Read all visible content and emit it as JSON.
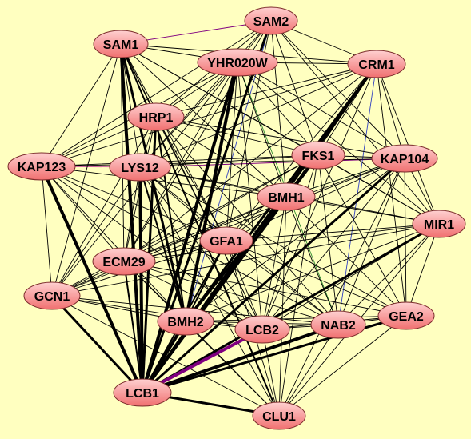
{
  "colors": {
    "background": "#ffffc0",
    "node_fill_light": "#ffd0d0",
    "node_fill_dark": "#f07070",
    "node_stroke": "#7a2a2a",
    "edge_default": "#000000",
    "edge_purple": "#800080",
    "edge_green": "#2e8b2e",
    "edge_blue": "#3040c0",
    "edge_pink": "#d060a0"
  },
  "nodes": [
    {
      "id": "SAM2",
      "label": "SAM2"
    },
    {
      "id": "SAM1",
      "label": "SAM1"
    },
    {
      "id": "YHR020W",
      "label": "YHR020W"
    },
    {
      "id": "CRM1",
      "label": "CRM1"
    },
    {
      "id": "HRP1",
      "label": "HRP1"
    },
    {
      "id": "KAP123",
      "label": "KAP123"
    },
    {
      "id": "LYS12",
      "label": "LYS12"
    },
    {
      "id": "FKS1",
      "label": "FKS1"
    },
    {
      "id": "KAP104",
      "label": "KAP104"
    },
    {
      "id": "BMH1",
      "label": "BMH1"
    },
    {
      "id": "MIR1",
      "label": "MIR1"
    },
    {
      "id": "GFA1",
      "label": "GFA1"
    },
    {
      "id": "ECM29",
      "label": "ECM29"
    },
    {
      "id": "GCN1",
      "label": "GCN1"
    },
    {
      "id": "GEA2",
      "label": "GEA2"
    },
    {
      "id": "BMH2",
      "label": "BMH2"
    },
    {
      "id": "LCB2",
      "label": "LCB2"
    },
    {
      "id": "NAB2",
      "label": "NAB2"
    },
    {
      "id": "LCB1",
      "label": "LCB1"
    },
    {
      "id": "CLU1",
      "label": "CLU1"
    }
  ],
  "edges": [
    [
      "SAM1",
      "SAM2",
      1,
      "purple"
    ],
    [
      "LCB1",
      "LCB2",
      4,
      "purple"
    ],
    [
      "LCB1",
      "LCB2",
      2,
      "default"
    ],
    [
      "KAP123",
      "LYS12",
      1,
      "pink"
    ],
    [
      "LYS12",
      "KAP104",
      1,
      "purple"
    ],
    [
      "BMH1",
      "KAP104",
      1,
      "green"
    ],
    [
      "CRM1",
      "NAB2",
      1,
      "blue"
    ],
    [
      "SAM2",
      "BMH2",
      1,
      "blue"
    ],
    [
      "YHR020W",
      "NAB2",
      1,
      "green"
    ],
    [
      "SAM1",
      "LCB1",
      4,
      "default"
    ],
    [
      "SAM1",
      "BMH2",
      3,
      "default"
    ],
    [
      "SAM1",
      "CLU1",
      2,
      "default"
    ],
    [
      "SAM1",
      "LYS12",
      1,
      "default"
    ],
    [
      "SAM1",
      "HRP1",
      1,
      "default"
    ],
    [
      "SAM1",
      "KAP123",
      1,
      "default"
    ],
    [
      "SAM1",
      "GCN1",
      1,
      "default"
    ],
    [
      "SAM1",
      "ECM29",
      1,
      "default"
    ],
    [
      "SAM1",
      "YHR020W",
      1,
      "default"
    ],
    [
      "SAM1",
      "CRM1",
      1,
      "default"
    ],
    [
      "SAM1",
      "FKS1",
      1,
      "default"
    ],
    [
      "SAM1",
      "BMH1",
      1,
      "default"
    ],
    [
      "SAM1",
      "GFA1",
      1,
      "default"
    ],
    [
      "SAM1",
      "LCB2",
      1,
      "default"
    ],
    [
      "SAM1",
      "MIR1",
      1,
      "default"
    ],
    [
      "SAM2",
      "YHR020W",
      1,
      "default"
    ],
    [
      "SAM2",
      "CRM1",
      1,
      "default"
    ],
    [
      "SAM2",
      "LCB1",
      3,
      "default"
    ],
    [
      "SAM2",
      "HRP1",
      1,
      "default"
    ],
    [
      "SAM2",
      "LYS12",
      1,
      "default"
    ],
    [
      "SAM2",
      "FKS1",
      1,
      "default"
    ],
    [
      "SAM2",
      "BMH1",
      1,
      "default"
    ],
    [
      "SAM2",
      "GFA1",
      1,
      "default"
    ],
    [
      "SAM2",
      "ECM29",
      1,
      "default"
    ],
    [
      "SAM2",
      "KAP104",
      1,
      "default"
    ],
    [
      "SAM2",
      "MIR1",
      1,
      "default"
    ],
    [
      "SAM2",
      "KAP123",
      1,
      "default"
    ],
    [
      "YHR020W",
      "BMH2",
      4,
      "default"
    ],
    [
      "YHR020W",
      "LCB1",
      4,
      "default"
    ],
    [
      "YHR020W",
      "CRM1",
      1,
      "default"
    ],
    [
      "YHR020W",
      "HRP1",
      1,
      "default"
    ],
    [
      "YHR020W",
      "LYS12",
      1,
      "default"
    ],
    [
      "YHR020W",
      "KAP123",
      1,
      "default"
    ],
    [
      "YHR020W",
      "FKS1",
      1,
      "default"
    ],
    [
      "YHR020W",
      "BMH1",
      1,
      "default"
    ],
    [
      "YHR020W",
      "GFA1",
      1,
      "default"
    ],
    [
      "YHR020W",
      "ECM29",
      1,
      "default"
    ],
    [
      "YHR020W",
      "GCN1",
      1,
      "default"
    ],
    [
      "YHR020W",
      "LCB2",
      1,
      "default"
    ],
    [
      "YHR020W",
      "KAP104",
      1,
      "default"
    ],
    [
      "YHR020W",
      "MIR1",
      1,
      "default"
    ],
    [
      "CRM1",
      "LCB1",
      4,
      "default"
    ],
    [
      "CRM1",
      "BMH2",
      3,
      "default"
    ],
    [
      "CRM1",
      "KAP104",
      1,
      "default"
    ],
    [
      "CRM1",
      "FKS1",
      1,
      "default"
    ],
    [
      "CRM1",
      "BMH1",
      1,
      "default"
    ],
    [
      "CRM1",
      "MIR1",
      1,
      "default"
    ],
    [
      "CRM1",
      "GEA2",
      1,
      "default"
    ],
    [
      "CRM1",
      "LYS12",
      1,
      "default"
    ],
    [
      "CRM1",
      "HRP1",
      1,
      "default"
    ],
    [
      "CRM1",
      "KAP123",
      1,
      "default"
    ],
    [
      "CRM1",
      "GFA1",
      1,
      "default"
    ],
    [
      "CRM1",
      "ECM29",
      1,
      "default"
    ],
    [
      "CRM1",
      "LCB2",
      1,
      "default"
    ],
    [
      "HRP1",
      "LCB1",
      3,
      "default"
    ],
    [
      "HRP1",
      "BMH2",
      2,
      "default"
    ],
    [
      "HRP1",
      "LYS12",
      1,
      "default"
    ],
    [
      "HRP1",
      "KAP123",
      1,
      "default"
    ],
    [
      "HRP1",
      "FKS1",
      1,
      "default"
    ],
    [
      "HRP1",
      "BMH1",
      1,
      "default"
    ],
    [
      "HRP1",
      "GFA1",
      1,
      "default"
    ],
    [
      "HRP1",
      "ECM29",
      1,
      "default"
    ],
    [
      "HRP1",
      "GCN1",
      1,
      "default"
    ],
    [
      "HRP1",
      "LCB2",
      1,
      "default"
    ],
    [
      "HRP1",
      "NAB2",
      1,
      "default"
    ],
    [
      "HRP1",
      "KAP104",
      1,
      "default"
    ],
    [
      "KAP123",
      "LCB1",
      4,
      "default"
    ],
    [
      "KAP123",
      "BMH2",
      1,
      "default"
    ],
    [
      "KAP123",
      "FKS1",
      1,
      "default"
    ],
    [
      "KAP123",
      "BMH1",
      1,
      "default"
    ],
    [
      "KAP123",
      "GFA1",
      1,
      "default"
    ],
    [
      "KAP123",
      "ECM29",
      1,
      "default"
    ],
    [
      "KAP123",
      "GCN1",
      1,
      "default"
    ],
    [
      "KAP123",
      "LCB2",
      1,
      "default"
    ],
    [
      "KAP123",
      "NAB2",
      1,
      "default"
    ],
    [
      "KAP123",
      "KAP104",
      1,
      "default"
    ],
    [
      "LYS12",
      "LCB1",
      4,
      "default"
    ],
    [
      "LYS12",
      "BMH2",
      2,
      "default"
    ],
    [
      "LYS12",
      "FKS1",
      1,
      "default"
    ],
    [
      "LYS12",
      "BMH1",
      1,
      "default"
    ],
    [
      "LYS12",
      "GFA1",
      1,
      "default"
    ],
    [
      "LYS12",
      "ECM29",
      1,
      "default"
    ],
    [
      "LYS12",
      "GCN1",
      1,
      "default"
    ],
    [
      "LYS12",
      "LCB2",
      1,
      "default"
    ],
    [
      "LYS12",
      "NAB2",
      1,
      "default"
    ],
    [
      "LYS12",
      "GEA2",
      1,
      "default"
    ],
    [
      "LYS12",
      "MIR1",
      1,
      "default"
    ],
    [
      "LYS12",
      "CLU1",
      1,
      "default"
    ],
    [
      "FKS1",
      "LCB1",
      3,
      "default"
    ],
    [
      "FKS1",
      "BMH2",
      3,
      "default"
    ],
    [
      "FKS1",
      "KAP104",
      1,
      "default"
    ],
    [
      "FKS1",
      "BMH1",
      1,
      "default"
    ],
    [
      "FKS1",
      "GFA1",
      1,
      "default"
    ],
    [
      "FKS1",
      "ECM29",
      1,
      "default"
    ],
    [
      "FKS1",
      "GCN1",
      1,
      "default"
    ],
    [
      "FKS1",
      "LCB2",
      1,
      "default"
    ],
    [
      "FKS1",
      "NAB2",
      1,
      "default"
    ],
    [
      "FKS1",
      "GEA2",
      1,
      "default"
    ],
    [
      "FKS1",
      "MIR1",
      1,
      "default"
    ],
    [
      "FKS1",
      "CLU1",
      1,
      "default"
    ],
    [
      "KAP104",
      "LCB1",
      3,
      "default"
    ],
    [
      "KAP104",
      "BMH2",
      1,
      "default"
    ],
    [
      "KAP104",
      "BMH1",
      1,
      "default"
    ],
    [
      "KAP104",
      "GFA1",
      1,
      "default"
    ],
    [
      "KAP104",
      "ECM29",
      1,
      "default"
    ],
    [
      "KAP104",
      "GCN1",
      1,
      "default"
    ],
    [
      "KAP104",
      "LCB2",
      1,
      "default"
    ],
    [
      "KAP104",
      "NAB2",
      1,
      "default"
    ],
    [
      "KAP104",
      "GEA2",
      1,
      "default"
    ],
    [
      "KAP104",
      "MIR1",
      1,
      "default"
    ],
    [
      "KAP104",
      "CLU1",
      1,
      "default"
    ],
    [
      "BMH1",
      "LCB1",
      3,
      "default"
    ],
    [
      "BMH1",
      "BMH2",
      2,
      "default"
    ],
    [
      "BMH1",
      "GFA1",
      1,
      "default"
    ],
    [
      "BMH1",
      "ECM29",
      1,
      "default"
    ],
    [
      "BMH1",
      "GCN1",
      1,
      "default"
    ],
    [
      "BMH1",
      "LCB2",
      1,
      "default"
    ],
    [
      "BMH1",
      "NAB2",
      1,
      "default"
    ],
    [
      "BMH1",
      "GEA2",
      1,
      "default"
    ],
    [
      "BMH1",
      "MIR1",
      1,
      "default"
    ],
    [
      "BMH1",
      "CLU1",
      1,
      "default"
    ],
    [
      "MIR1",
      "LCB1",
      3,
      "default"
    ],
    [
      "MIR1",
      "BMH2",
      1,
      "default"
    ],
    [
      "MIR1",
      "GFA1",
      1,
      "default"
    ],
    [
      "MIR1",
      "ECM29",
      1,
      "default"
    ],
    [
      "MIR1",
      "GCN1",
      1,
      "default"
    ],
    [
      "MIR1",
      "LCB2",
      1,
      "default"
    ],
    [
      "MIR1",
      "NAB2",
      1,
      "default"
    ],
    [
      "MIR1",
      "GEA2",
      1,
      "default"
    ],
    [
      "MIR1",
      "CLU1",
      1,
      "default"
    ],
    [
      "GFA1",
      "LCB1",
      2,
      "default"
    ],
    [
      "GFA1",
      "BMH2",
      2,
      "default"
    ],
    [
      "GFA1",
      "ECM29",
      1,
      "default"
    ],
    [
      "GFA1",
      "GCN1",
      1,
      "default"
    ],
    [
      "GFA1",
      "LCB2",
      1,
      "default"
    ],
    [
      "GFA1",
      "NAB2",
      1,
      "default"
    ],
    [
      "GFA1",
      "GEA2",
      1,
      "default"
    ],
    [
      "GFA1",
      "CLU1",
      1,
      "default"
    ],
    [
      "ECM29",
      "LCB1",
      2,
      "default"
    ],
    [
      "ECM29",
      "BMH2",
      1,
      "default"
    ],
    [
      "ECM29",
      "GCN1",
      1,
      "default"
    ],
    [
      "ECM29",
      "LCB2",
      1,
      "default"
    ],
    [
      "ECM29",
      "NAB2",
      1,
      "default"
    ],
    [
      "ECM29",
      "GEA2",
      1,
      "default"
    ],
    [
      "ECM29",
      "CLU1",
      1,
      "default"
    ],
    [
      "GCN1",
      "LCB1",
      3,
      "default"
    ],
    [
      "GCN1",
      "BMH2",
      1,
      "default"
    ],
    [
      "GCN1",
      "LCB2",
      1,
      "default"
    ],
    [
      "GCN1",
      "NAB2",
      1,
      "default"
    ],
    [
      "GCN1",
      "CLU1",
      1,
      "default"
    ],
    [
      "GEA2",
      "LCB1",
      3,
      "default"
    ],
    [
      "GEA2",
      "BMH2",
      1,
      "default"
    ],
    [
      "GEA2",
      "LCB2",
      1,
      "default"
    ],
    [
      "GEA2",
      "NAB2",
      1,
      "default"
    ],
    [
      "GEA2",
      "CLU1",
      1,
      "default"
    ],
    [
      "BMH2",
      "LCB1",
      4,
      "default"
    ],
    [
      "BMH2",
      "LCB2",
      1,
      "default"
    ],
    [
      "BMH2",
      "NAB2",
      1,
      "default"
    ],
    [
      "BMH2",
      "CLU1",
      1,
      "default"
    ],
    [
      "LCB2",
      "NAB2",
      1,
      "default"
    ],
    [
      "LCB2",
      "CLU1",
      1,
      "default"
    ],
    [
      "NAB2",
      "LCB1",
      4,
      "default"
    ],
    [
      "NAB2",
      "CLU1",
      1,
      "default"
    ],
    [
      "LCB1",
      "CLU1",
      3,
      "default"
    ]
  ]
}
